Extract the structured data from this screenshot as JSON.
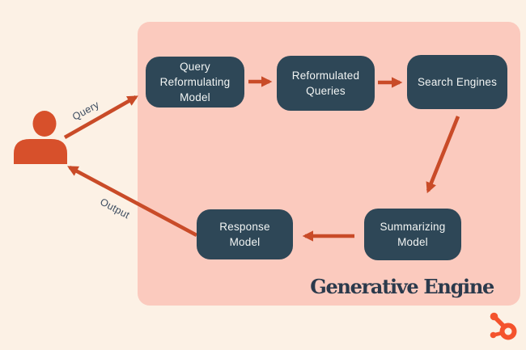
{
  "colors": {
    "background": "#fcf1e5",
    "panel": "#fbcabe",
    "node_fill": "#2e4757",
    "node_text": "#f2f5f4",
    "arrow": "#c94b28",
    "actor": "#d7502b",
    "title_text": "#2b3a4c",
    "edge_label_text": "#3c4c60",
    "logo": "#f4532d"
  },
  "diagram": {
    "panel_title": "Generative Engine",
    "actor_icon": "user-person-icon",
    "logo_icon": "hubspot-sprocket-icon",
    "nodes": [
      {
        "id": "query-reformulating-model",
        "label": "Query\nReformulating\nModel"
      },
      {
        "id": "reformulated-queries",
        "label": "Reformulated\nQueries"
      },
      {
        "id": "search-engines",
        "label": "Search Engines"
      },
      {
        "id": "summarizing-model",
        "label": "Summarizing\nModel"
      },
      {
        "id": "response-model",
        "label": "Response\nModel"
      }
    ],
    "edges": [
      {
        "from": "user",
        "to": "query-reformulating-model",
        "label": "Query"
      },
      {
        "from": "query-reformulating-model",
        "to": "reformulated-queries",
        "label": ""
      },
      {
        "from": "reformulated-queries",
        "to": "search-engines",
        "label": ""
      },
      {
        "from": "search-engines",
        "to": "summarizing-model",
        "label": ""
      },
      {
        "from": "summarizing-model",
        "to": "response-model",
        "label": ""
      },
      {
        "from": "response-model",
        "to": "user",
        "label": "Output"
      }
    ]
  }
}
